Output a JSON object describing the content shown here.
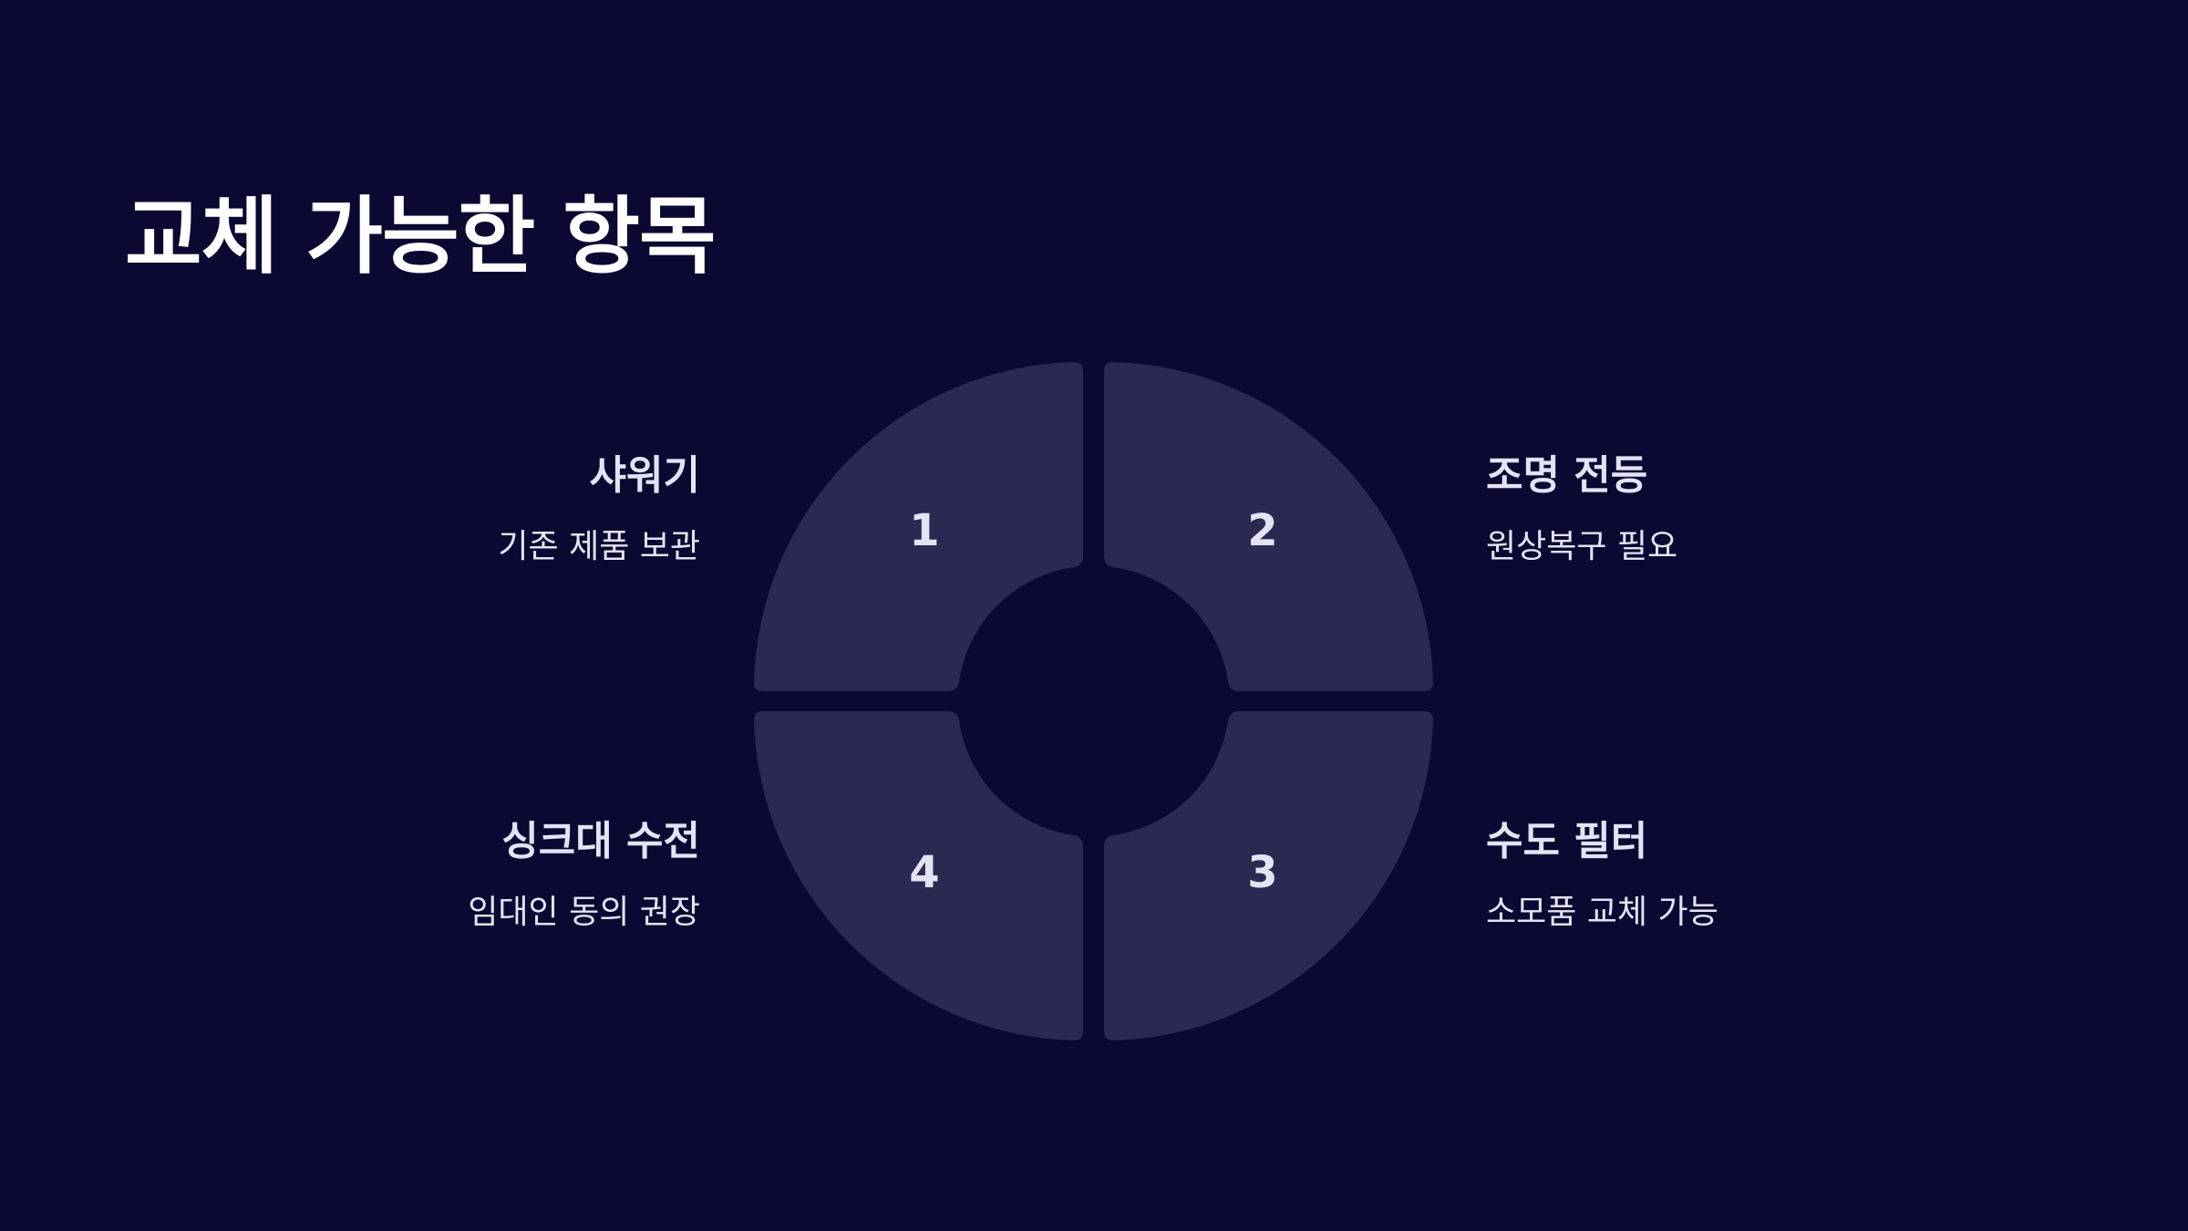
{
  "title": "교체 가능한 항목",
  "colors": {
    "background": "#0b0932",
    "segment": "#2b2951",
    "text": "#e4e3f4",
    "title": "#ffffff"
  },
  "segments": [
    {
      "number": "1",
      "title": "샤워기",
      "description": "기존 제품 보관"
    },
    {
      "number": "2",
      "title": "조명 전등",
      "description": "원상복구 필요"
    },
    {
      "number": "3",
      "title": "수도 필터",
      "description": "소모품 교체 가능"
    },
    {
      "number": "4",
      "title": "싱크대 수전",
      "description": "임대인 동의 권장"
    }
  ]
}
